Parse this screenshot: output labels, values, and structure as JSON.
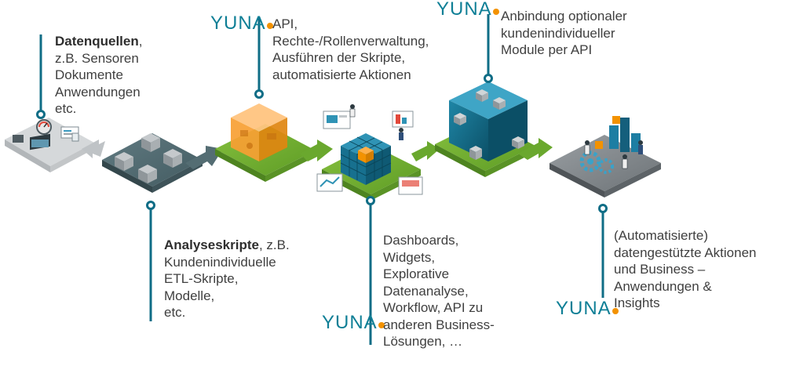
{
  "colors": {
    "accent_teal": "#0f6d86",
    "arrow_green": "#6aa82e",
    "orange": "#f39200",
    "slate": "#51686e",
    "text": "#3f3f3f"
  },
  "logo": {
    "brand": "YUNA"
  },
  "stages": {
    "datenquellen": {
      "bold": "Datenquellen",
      "rest": ",",
      "lines": [
        "z.B. Sensoren",
        "Dokumente",
        "Anwendungen",
        "etc."
      ]
    },
    "analyseskripte": {
      "bold": "Analyseskripte",
      "rest": ", z.B.",
      "lines": [
        "Kundenindividuelle",
        "ETL-Skripte,",
        "Modelle,",
        "etc."
      ]
    },
    "api": {
      "lines": [
        "API,",
        "Rechte-/Rollenverwaltung,",
        "Ausführen der Skripte,",
        "automatisierte Aktionen"
      ]
    },
    "dashboards": {
      "lines": [
        "Dashboards,",
        "Widgets,",
        "Explorative",
        "Datenanalyse,",
        "Workflow, API zu",
        "anderen Business-",
        "Lösungen, …"
      ]
    },
    "anbindung": {
      "lines": [
        "Anbindung optionaler",
        "kundenindividueller",
        "Module per API"
      ]
    },
    "aktionen": {
      "lines": [
        "(Automatisierte)",
        "datengestützte Aktionen",
        "und Business –",
        "Anwendungen &",
        "Insights"
      ]
    }
  }
}
